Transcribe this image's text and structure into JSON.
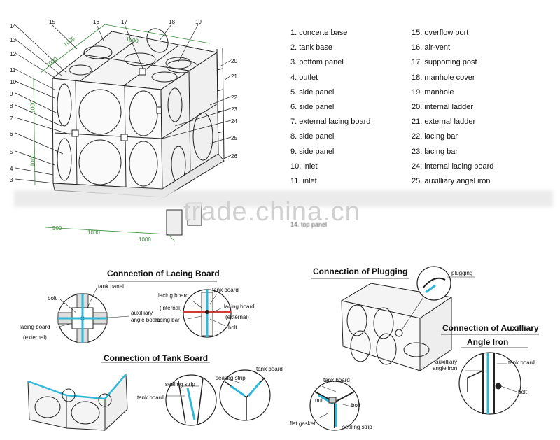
{
  "legend_left": [
    "1. concerte base",
    "2. tank base",
    "3. bottom panel",
    "4. outlet",
    "5. side panel",
    "6. side panel",
    "7. external lacing board",
    "8. side panel",
    "9. side panel",
    "10. inlet",
    "11. inlet"
  ],
  "legend_right": [
    "15. overflow port",
    "16. air-vent",
    "17. supporting post",
    "18. manhole cover",
    "19. manhole",
    "20. internal ladder",
    "21. external ladder",
    "22. lacing bar",
    "23. lacing bar",
    "24. internal lacing board",
    "25. auxilliary angel iron"
  ],
  "legend_partial": "14. top panel",
  "callout_numbers_left": [
    "14",
    "13",
    "12",
    "11",
    "10",
    "9",
    "8",
    "7",
    "6",
    "5",
    "4",
    "3"
  ],
  "callout_numbers_top": [
    "15",
    "16",
    "17",
    "18",
    "19"
  ],
  "callout_numbers_right": [
    "20",
    "21",
    "22",
    "23",
    "24",
    "25",
    "26"
  ],
  "dimensions": {
    "top_a": "1000",
    "top_b": "1000",
    "top_c": "1000",
    "side_upper": "1000",
    "side_lower": "1000",
    "bottom_a": "1000",
    "bottom_b": "1000",
    "bottom_c": "500"
  },
  "watermark": "trade.china.cn",
  "section_lacing": {
    "title": "Connection of Lacing Board",
    "left_labels": {
      "tank_panel": "tank panel",
      "bolt": "bolt",
      "aux": "auxilliary",
      "aux2": "angle board",
      "lacing": "lacing board",
      "external": "(external)"
    },
    "right_labels": {
      "lacing_internal": "lacing board",
      "internal": "(internal)",
      "lacing_bar": "lacing bar",
      "tank_board": "tank board",
      "lacing_external": "lacing board",
      "external": "(external)",
      "bolt": "bolt"
    }
  },
  "section_plugging": {
    "title": "Connection of Plugging",
    "label": "plugging"
  },
  "section_tank_board": {
    "title": "Connection of Tank Board",
    "labels": {
      "sealing_strip": "sealing strip",
      "tank_board": "tank board",
      "sealing_strip2": "sealing strip",
      "tank_board2": "tank board"
    }
  },
  "section_gasket": {
    "labels": {
      "tank_board": "tank board",
      "nut": "nut",
      "bolt": "bolt",
      "flat_gasket": "flat gasket",
      "sealing_strip": "sealing strip"
    }
  },
  "section_aux": {
    "title_line1": "Connection of Auxilliary",
    "title_line2": "Angle Iron",
    "labels": {
      "aux": "auxilliary",
      "aux2": "angle iron",
      "tank_board": "tank board",
      "bolt": "bolt"
    }
  },
  "colors": {
    "line": "#222222",
    "accent": "#2fb8d8",
    "dim": "#3a8a3a"
  }
}
